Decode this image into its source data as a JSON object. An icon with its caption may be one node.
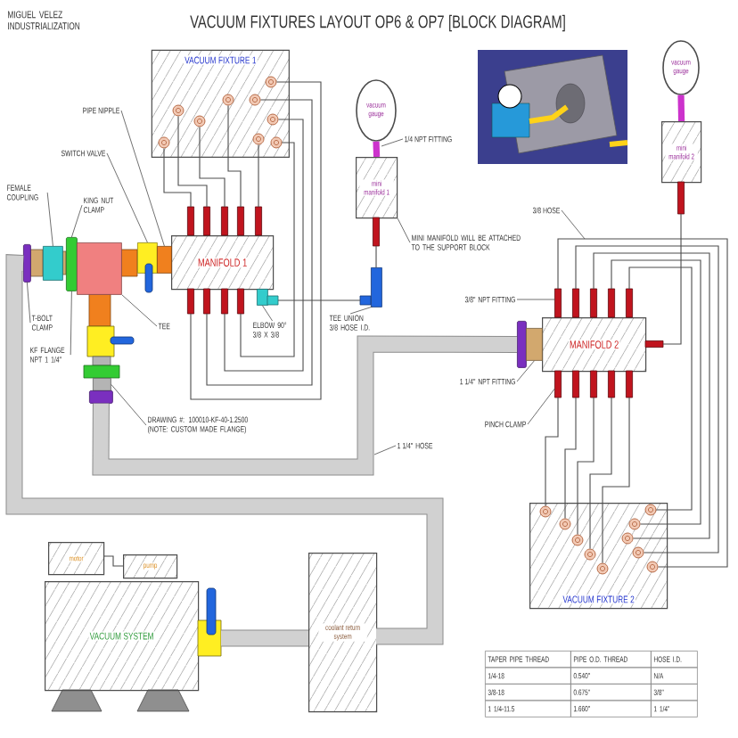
{
  "diagram": {
    "title": "VACUUM FIXTURES LAYOUT OP6 & OP7 [BLOCK DIAGRAM]",
    "nodes": [
      {
        "text": [
          "VACUUM FIXTURE 1"
        ]
      },
      {
        "text": [
          "vacuum gauge"
        ]
      },
      {
        "text": [
          "vacuum gauge"
        ]
      },
      {
        "text": [
          "1/4 NPT FITTING"
        ]
      },
      {
        "text": [
          "mini manifold 1"
        ]
      },
      {
        "text": [
          "mini manifold 2"
        ]
      },
      {
        "text": [
          "PIPE NIPPLE"
        ]
      },
      {
        "text": [
          "SWITCH VALVE"
        ]
      },
      {
        "text": [
          "FEMALE COUPLING"
        ]
      },
      {
        "text": [
          "KING NUT CLAMP"
        ]
      },
      {
        "text": [
          "MANIFOLD 1"
        ]
      },
      {
        "text": [
          "MINI MANIFOLD WILL BE ATTACHED TO THE SUPPORT BLOCK"
        ]
      },
      {
        "text": [
          "3/8 HOSE"
        ]
      },
      {
        "text": [
          "3/8\" NPT FITTING"
        ]
      },
      {
        "text": [
          "MANIFOLD 2"
        ]
      },
      {
        "text": [
          "T-BOLT CLAMP"
        ]
      },
      {
        "text": [
          "TEE"
        ]
      },
      {
        "text": [
          "ELBOW 90° 3/8 X 3/8"
        ]
      },
      {
        "text": [
          "TEE UNION 3/8 HOSE I.D."
        ]
      },
      {
        "text": [
          "KF FLANGE NPT 1 1/4\""
        ]
      },
      {
        "text": [
          "1 1/4\" NPT FITTING"
        ]
      },
      {
        "text": [
          "PINCH CLAMP"
        ]
      },
      {
        "text": [
          "DRAWING #: 100010-KF-40-1.2500 (NOTE: CUSTOM MADE FLANGE)"
        ]
      },
      {
        "text": [
          "1 1/4\" HOSE"
        ]
      },
      {
        "text": [
          "VACUUM FIXTURE 2"
        ]
      },
      {
        "text": [
          "motor"
        ]
      },
      {
        "text": [
          "pump"
        ]
      },
      {
        "text": [
          "VACUUM SYSTEM"
        ]
      },
      {
        "text": [
          "coolant return system"
        ]
      },
      {
        "text": [],
        "shape": "circle",
        "in": 0
      },
      {
        "text": [],
        "shape": "circle",
        "in": 0
      },
      {
        "text": [],
        "shape": "circle",
        "in": 0
      },
      {
        "text": [],
        "shape": "circle",
        "in": 0
      },
      {
        "text": [],
        "shape": "circle",
        "in": 0
      },
      {
        "text": [],
        "shape": "circle",
        "in": 0
      },
      {
        "text": [],
        "shape": "circle",
        "in": 0
      },
      {
        "text": [],
        "shape": "circle",
        "in": 0
      },
      {
        "text": [],
        "shape": "circle",
        "in": 0
      },
      {
        "text": [],
        "shape": "circle",
        "in": 24
      },
      {
        "text": [],
        "shape": "circle",
        "in": 24
      },
      {
        "text": [],
        "shape": "circle",
        "in": 24
      },
      {
        "text": [],
        "shape": "circle",
        "in": 24
      },
      {
        "text": [],
        "shape": "circle",
        "in": 24
      },
      {
        "text": [],
        "shape": "circle",
        "in": 24
      },
      {
        "text": [],
        "shape": "circle",
        "in": 24
      },
      {
        "text": [],
        "shape": "circle",
        "in": 24
      },
      {
        "text": [],
        "shape": "circle",
        "in": 24
      },
      {
        "text": [],
        "shape": "circle",
        "in": 24
      },
      {
        "text": [],
        "shape": "bar"
      },
      {
        "text": [],
        "shape": "box"
      },
      {
        "text": [],
        "shape": "bar"
      },
      {
        "text": [],
        "shape": "box"
      },
      {
        "text": [],
        "shape": "box"
      },
      {
        "text": [],
        "shape": "box"
      },
      {
        "text": [],
        "shape": "box"
      },
      {
        "text": [],
        "shape": "bar"
      },
      {
        "text": [],
        "shape": "box"
      },
      {
        "text": [],
        "shape": "box"
      },
      {
        "text": [],
        "shape": "bar"
      },
      {
        "text": [],
        "shape": "box"
      }
    ],
    "edges": [
      {
        "from": 29,
        "to": 10,
        "arrow": "none"
      },
      {
        "from": 30,
        "to": 10,
        "arrow": "none"
      },
      {
        "from": 31,
        "to": 10,
        "arrow": "none"
      },
      {
        "from": 32,
        "to": 10,
        "arrow": "none"
      },
      {
        "from": 33,
        "to": 10,
        "arrow": "none"
      },
      {
        "from": 34,
        "to": 10,
        "arrow": "none"
      },
      {
        "from": 35,
        "to": 10,
        "arrow": "none"
      },
      {
        "from": 36,
        "to": 10,
        "arrow": "none"
      },
      {
        "from": 37,
        "to": 10,
        "arrow": "none"
      },
      {
        "from": 1,
        "to": 4,
        "arrow": "none",
        "style": "thick",
        "color": "#cc33cc"
      },
      {
        "from": 56,
        "to": 57,
        "arrow": "none"
      },
      {
        "from": 57,
        "to": 4,
        "arrow": "none"
      },
      {
        "from": 2,
        "to": 5,
        "arrow": "none",
        "style": "thick",
        "color": "#cc33cc"
      },
      {
        "from": 14,
        "to": 5,
        "arrow": "none"
      },
      {
        "from": 14,
        "to": 43,
        "arrow": "none"
      },
      {
        "from": 14,
        "to": 44,
        "arrow": "none"
      },
      {
        "from": 14,
        "to": 45,
        "arrow": "none"
      },
      {
        "from": 14,
        "to": 46,
        "arrow": "none"
      },
      {
        "from": 14,
        "to": 47,
        "arrow": "none"
      },
      {
        "from": 14,
        "to": 38,
        "arrow": "none"
      },
      {
        "from": 14,
        "to": 39,
        "arrow": "none"
      },
      {
        "from": 14,
        "to": 40,
        "arrow": "none"
      },
      {
        "from": 14,
        "to": 41,
        "arrow": "none"
      },
      {
        "from": 14,
        "to": 42,
        "arrow": "none"
      },
      {
        "from": 25,
        "to": 26,
        "arrow": "none"
      },
      {
        "from": 27,
        "to": 28,
        "arrow": "none",
        "style": "thick",
        "color": "#8c8c8c"
      },
      {
        "from": 28,
        "to": 48,
        "arrow": "none",
        "style": "thick",
        "color": "#8c8c8c"
      },
      {
        "from": 55,
        "to": 58,
        "arrow": "none",
        "style": "thick",
        "color": "#8c8c8c"
      },
      {
        "from": 3,
        "to": null,
        "arrow": "none"
      },
      {
        "from": 6,
        "to": 53,
        "arrow": "none"
      },
      {
        "from": 7,
        "to": 52,
        "arrow": "none"
      },
      {
        "from": 8,
        "to": 49,
        "arrow": "none"
      },
      {
        "from": 9,
        "to": 50,
        "arrow": "none"
      },
      {
        "from": 11,
        "to": 4,
        "arrow": "none"
      },
      {
        "from": 12,
        "to": null,
        "arrow": "none"
      },
      {
        "from": 13,
        "to": 14,
        "arrow": "none"
      },
      {
        "from": 15,
        "to": 48,
        "arrow": "none"
      },
      {
        "from": 16,
        "to": 51,
        "arrow": "none"
      },
      {
        "from": 17,
        "to": 56,
        "arrow": "none"
      },
      {
        "from": 18,
        "to": 57,
        "arrow": "none"
      },
      {
        "from": 19,
        "to": 50,
        "arrow": "none"
      },
      {
        "from": 20,
        "to": 59,
        "arrow": "none"
      },
      {
        "from": 21,
        "to": 14,
        "arrow": "none"
      },
      {
        "from": 22,
        "to": 54,
        "arrow": "none"
      },
      {
        "from": 23,
        "to": null,
        "arrow": "none"
      }
    ],
    "labels": [
      "MIGUEL VELEZ INDUSTRIALIZATION",
      "TAPER PIPE THREAD",
      "PIPE O.D. THREAD",
      "HOSE I.D.",
      "1/4-18",
      "0.540\"",
      "N/A",
      "3/8-18",
      "0.675\"",
      "3/8\"",
      "1 1/4-11.5",
      "1.660\"",
      "1 1/4\""
    ]
  }
}
